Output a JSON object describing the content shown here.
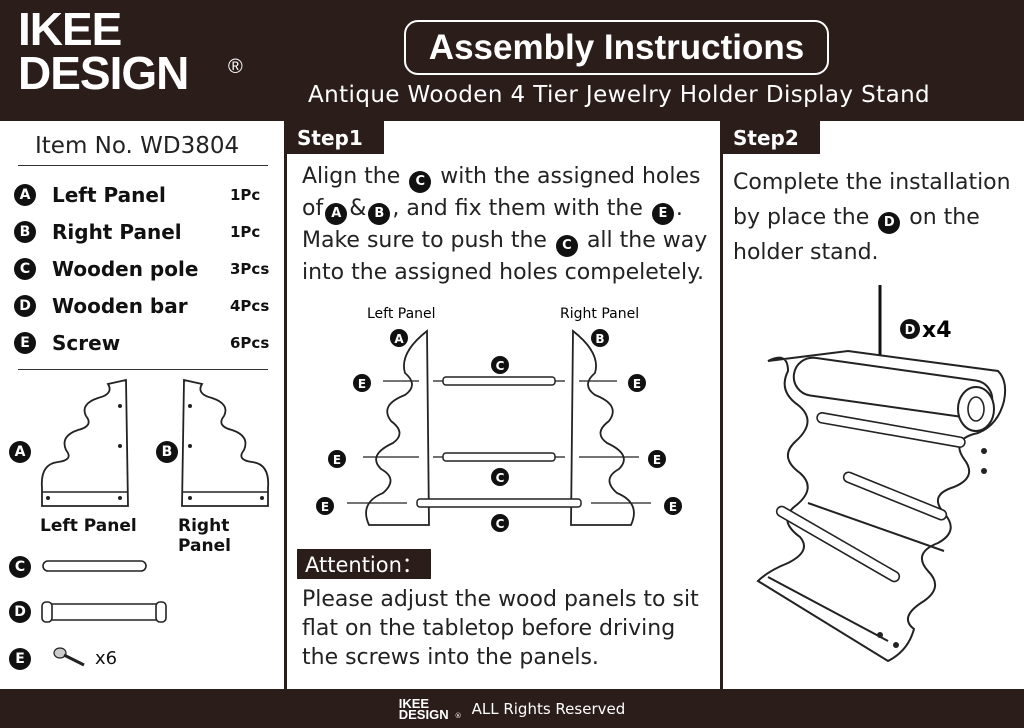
{
  "brand": {
    "line1": "IKEE",
    "line2": "DESIGN",
    "reg": "®"
  },
  "title": "Assembly Instructions",
  "subtitle": "Antique Wooden 4 Tier Jewelry Holder Display Stand",
  "left": {
    "item_no": "Item No. WD3804",
    "parts": [
      {
        "letter": "A",
        "name": "Left Panel",
        "qty": "1Pc"
      },
      {
        "letter": "B",
        "name": "Right Panel",
        "qty": "1Pc"
      },
      {
        "letter": "C",
        "name": "Wooden pole",
        "qty": "3Pcs"
      },
      {
        "letter": "D",
        "name": "Wooden bar",
        "qty": "4Pcs"
      },
      {
        "letter": "E",
        "name": "Screw",
        "qty": "6Pcs"
      }
    ],
    "caption_left": "Left Panel",
    "caption_right": "Right Panel",
    "screw_count": "x6"
  },
  "step1": {
    "tab": "Step1",
    "line1_a": "Align the",
    "line1_b": "with the assigned holes",
    "line2_a": "of",
    "line2_amp": "&",
    "line2_b": ", and fix them with the",
    "line2_c": ".",
    "line3_a": "Make sure to push the",
    "line3_b": "all the way",
    "line4": "into the assigned holes compeletely.",
    "diagram_left_label": "Left Panel",
    "diagram_right_label": "Right Panel",
    "attention_tab": "Attention：",
    "attention_text": "Please adjust the wood panels to sit flat on the tabletop before driving the screws into the panels."
  },
  "step2": {
    "tab": "Step2",
    "text_a": "Complete the installation by place the",
    "text_b": "on the holder stand.",
    "count": "x4"
  },
  "footer": {
    "brand1": "IKEE",
    "brand2": "DESIGN",
    "reg": "®",
    "rights": "ALL Rights Reserved"
  },
  "letters": {
    "a": "A",
    "b": "B",
    "c": "C",
    "d": "D",
    "e": "E"
  },
  "colors": {
    "dark": "#2a1d1a",
    "paper": "#ffffff",
    "ink": "#111111"
  }
}
